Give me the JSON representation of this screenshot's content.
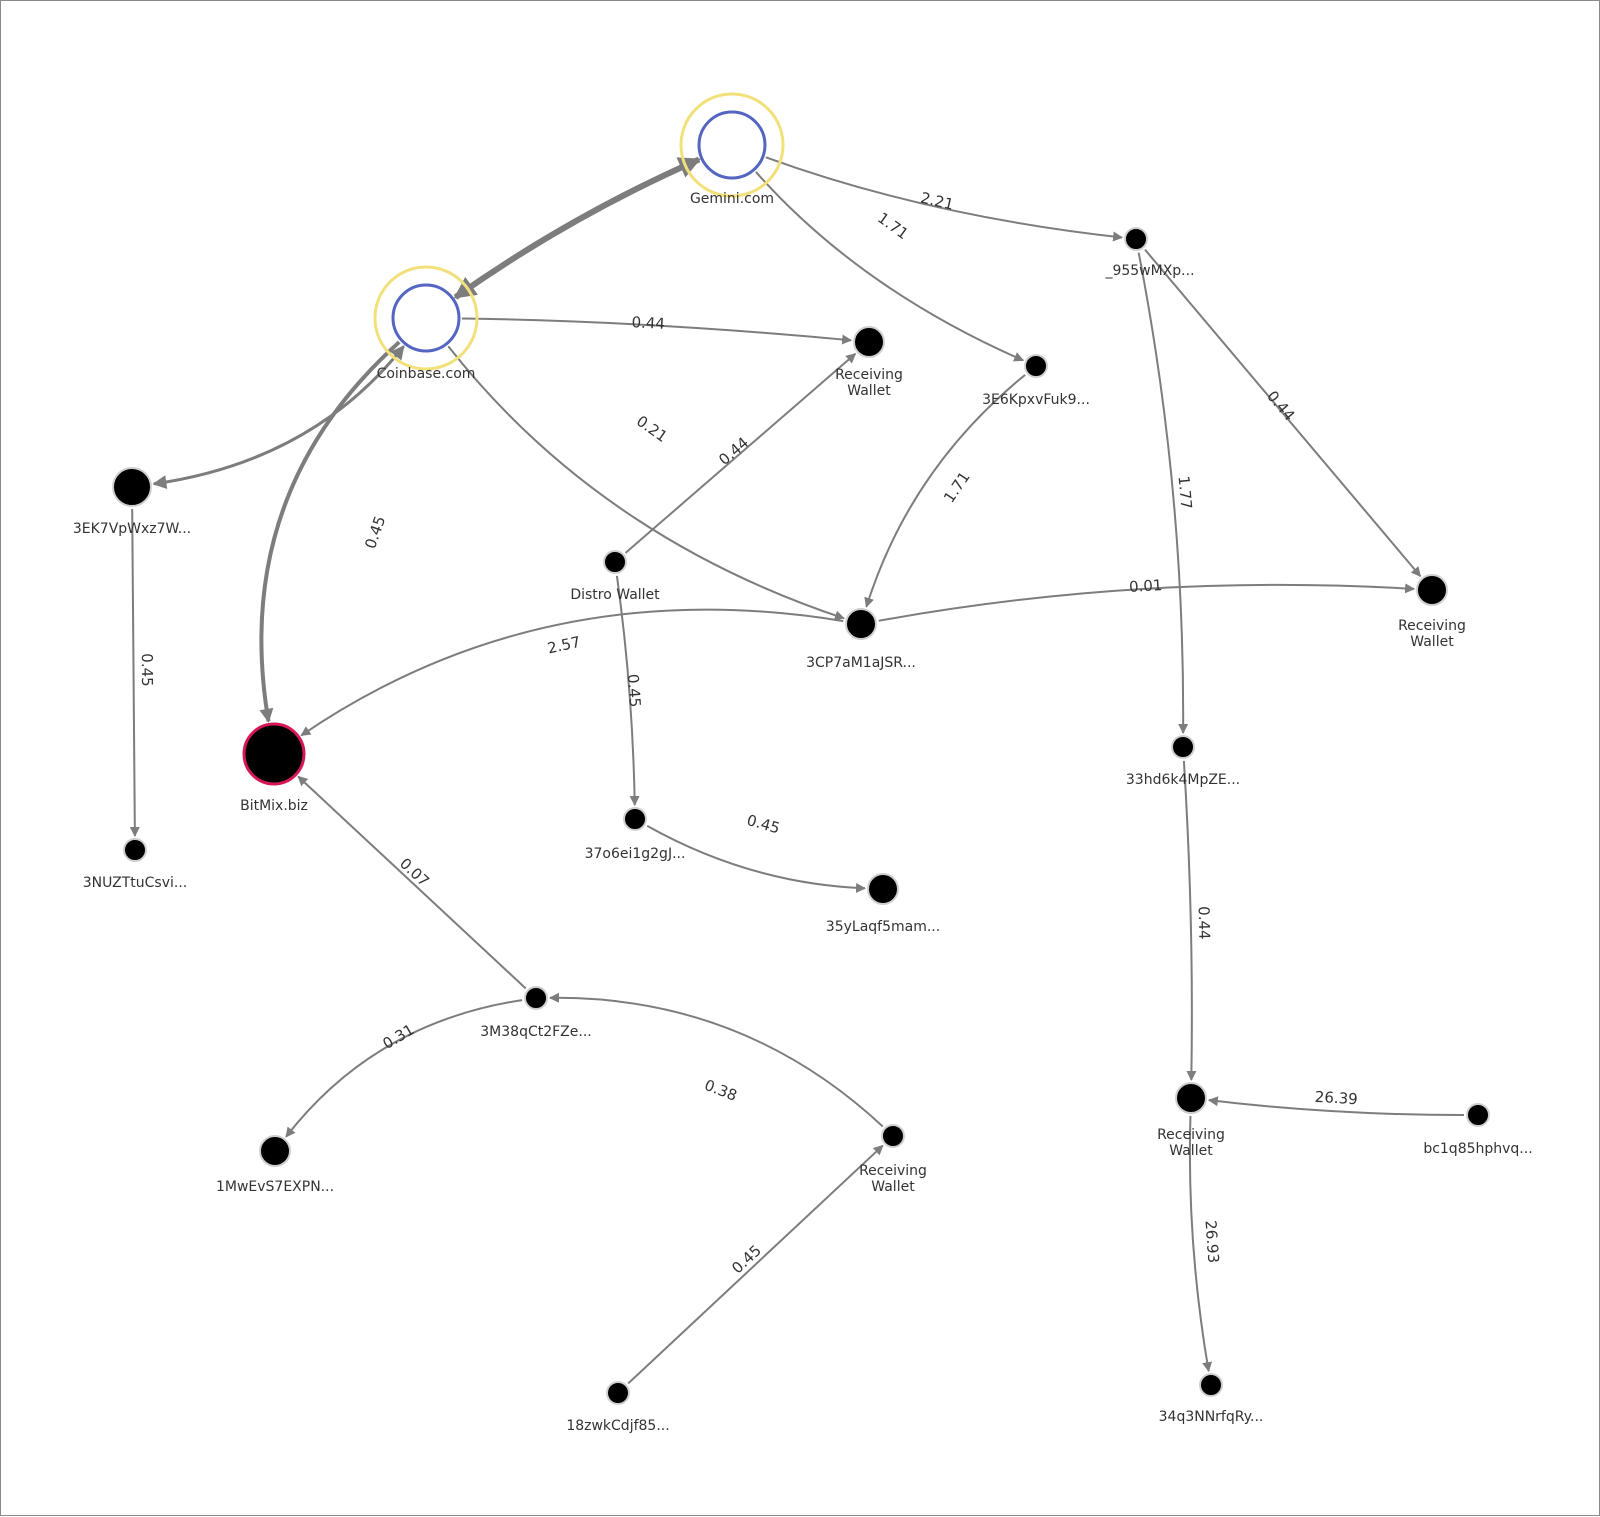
{
  "colors": {
    "edge": "#7d7d7d",
    "node_fill": "#000000",
    "node_ring": "#cfcfcf",
    "exchange_ring": "#5566c2",
    "exchange_halo": "#f2e07a",
    "mixer_ring": "#d6185a"
  },
  "nodes": [
    {
      "id": "gemini",
      "label": "Gemini.com",
      "kind": "exchange"
    },
    {
      "id": "coinbase",
      "label": "Coinbase.com",
      "kind": "exchange"
    },
    {
      "id": "n955",
      "label": "_955wMXp...",
      "kind": "wallet"
    },
    {
      "id": "rw1",
      "label": "Receiving\nWallet",
      "kind": "wallet"
    },
    {
      "id": "n3e6",
      "label": "3E6KpxvFuk9...",
      "kind": "wallet"
    },
    {
      "id": "n3ek7",
      "label": "3EK7VpWxz7W...",
      "kind": "wallet"
    },
    {
      "id": "distro",
      "label": "Distro Wallet",
      "kind": "wallet"
    },
    {
      "id": "n3cp7",
      "label": "3CP7aM1aJSR...",
      "kind": "wallet"
    },
    {
      "id": "rw2",
      "label": "Receiving\nWallet",
      "kind": "wallet"
    },
    {
      "id": "bitmix",
      "label": "BitMix.biz",
      "kind": "mixer"
    },
    {
      "id": "n33hd",
      "label": "33hd6k4MpZE...",
      "kind": "wallet"
    },
    {
      "id": "n37o6",
      "label": "37o6ei1g2gJ...",
      "kind": "wallet"
    },
    {
      "id": "n3nuz",
      "label": "3NUZTtuCsvi...",
      "kind": "wallet"
    },
    {
      "id": "n35y",
      "label": "35yLaqf5mam...",
      "kind": "wallet"
    },
    {
      "id": "n3m38",
      "label": "3M38qCt2FZe...",
      "kind": "wallet"
    },
    {
      "id": "rw3",
      "label": "Receiving\nWallet",
      "kind": "wallet"
    },
    {
      "id": "rw4",
      "label": "Receiving\nWallet",
      "kind": "wallet"
    },
    {
      "id": "bc1q",
      "label": "bc1q85hphvq...",
      "kind": "wallet"
    },
    {
      "id": "n1mw",
      "label": "1MwEvS7EXPN...",
      "kind": "wallet"
    },
    {
      "id": "n18zw",
      "label": "18zwkCdjf85...",
      "kind": "wallet"
    },
    {
      "id": "n34q",
      "label": "34q3NNrfqRy...",
      "kind": "wallet"
    }
  ],
  "edges": [
    {
      "id": "coinbase-gemini",
      "from": "coinbase",
      "to": "gemini",
      "label": "",
      "bidirectional": true
    },
    {
      "id": "gemini-n955",
      "from": "gemini",
      "to": "n955",
      "label": "2.21"
    },
    {
      "id": "gemini-n3e6",
      "from": "gemini",
      "to": "n3e6",
      "label": "1.71"
    },
    {
      "id": "coinbase-rw1",
      "from": "coinbase",
      "to": "rw1",
      "label": "0.44"
    },
    {
      "id": "coinbase-n3cp7",
      "from": "coinbase",
      "to": "n3cp7",
      "label": "0.21"
    },
    {
      "id": "coinbase-n3ek7",
      "from": "coinbase",
      "to": "n3ek7",
      "label": "",
      "bidirectional": true
    },
    {
      "id": "coinbase-bitmix",
      "from": "coinbase",
      "to": "bitmix",
      "label": "0.45"
    },
    {
      "id": "distro-rw1",
      "from": "distro",
      "to": "rw1",
      "label": "0.44"
    },
    {
      "id": "n3e6-n3cp7",
      "from": "n3e6",
      "to": "n3cp7",
      "label": "1.71"
    },
    {
      "id": "n955-rw2",
      "from": "n955",
      "to": "rw2",
      "label": "0.44"
    },
    {
      "id": "n955-n33hd",
      "from": "n955",
      "to": "n33hd",
      "label": "1.77"
    },
    {
      "id": "n3cp7-rw2",
      "from": "n3cp7",
      "to": "rw2",
      "label": "0.01"
    },
    {
      "id": "n3cp7-bitmix",
      "from": "n3cp7",
      "to": "bitmix",
      "label": "2.57"
    },
    {
      "id": "n3ek7-n3nuz",
      "from": "n3ek7",
      "to": "n3nuz",
      "label": "0.45"
    },
    {
      "id": "distro-n37o6",
      "from": "distro",
      "to": "n37o6",
      "label": "0.45"
    },
    {
      "id": "n37o6-n35y",
      "from": "n37o6",
      "to": "n35y",
      "label": "0.45"
    },
    {
      "id": "n3m38-bitmix",
      "from": "n3m38",
      "to": "bitmix",
      "label": "0.07"
    },
    {
      "id": "n3m38-n1mw",
      "from": "n3m38",
      "to": "n1mw",
      "label": "0.31"
    },
    {
      "id": "rw3-n3m38",
      "from": "rw3",
      "to": "n3m38",
      "label": "0.38"
    },
    {
      "id": "n18zw-rw3",
      "from": "n18zw",
      "to": "rw3",
      "label": "0.45"
    },
    {
      "id": "n33hd-rw4",
      "from": "n33hd",
      "to": "rw4",
      "label": "0.44"
    },
    {
      "id": "bc1q-rw4",
      "from": "bc1q",
      "to": "rw4",
      "label": "26.39"
    },
    {
      "id": "rw4-n34q",
      "from": "rw4",
      "to": "n34q",
      "label": "26.93"
    }
  ]
}
